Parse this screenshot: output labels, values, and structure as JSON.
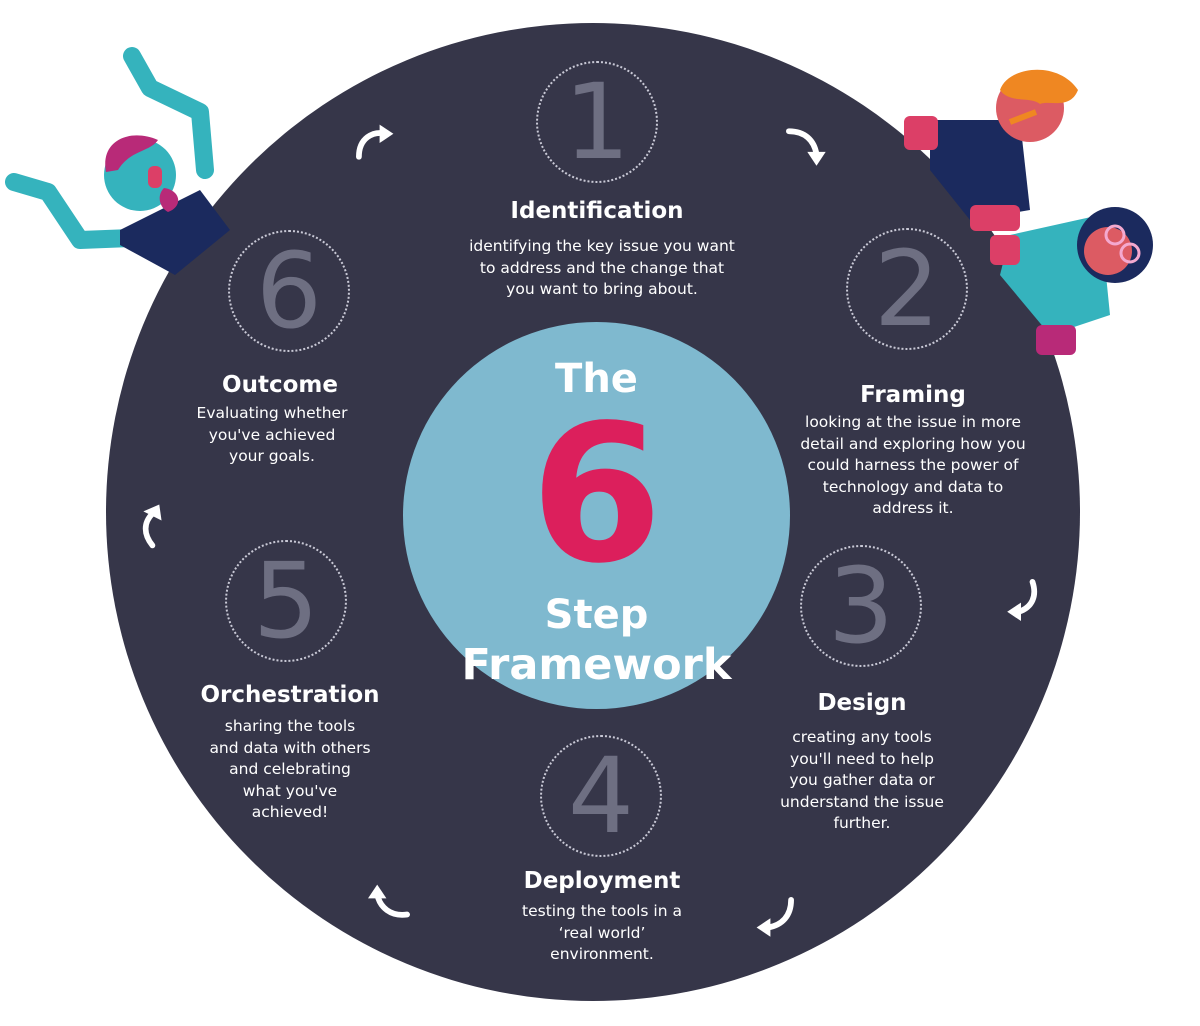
{
  "center": {
    "line1": "The",
    "big_number": "6",
    "line2": "Step",
    "line3": "Framework"
  },
  "colors": {
    "background_circle": "#363649",
    "center_circle": "#7fb9cf",
    "accent": "#dc1f5c",
    "text": "#ffffff",
    "number_ring": "#c9c9d6"
  },
  "steps": [
    {
      "number": "1",
      "title": "Identification",
      "desc": [
        "identifying the key issue you want",
        "to address and the change that",
        "you want to bring about."
      ]
    },
    {
      "number": "2",
      "title": "Framing",
      "desc": [
        "looking at the issue in more",
        "detail and exploring how you",
        "could harness the power of",
        "technology and data to",
        "address it."
      ]
    },
    {
      "number": "3",
      "title": "Design",
      "desc": [
        "creating any tools",
        "you'll need to help",
        "you gather data or",
        "understand the issue",
        "further."
      ]
    },
    {
      "number": "4",
      "title": "Deployment",
      "desc": [
        "testing the tools in a",
        "‘real world’",
        "environment."
      ]
    },
    {
      "number": "5",
      "title": "Orchestration",
      "desc": [
        "sharing the tools",
        "and data with others",
        "and celebrating",
        "what you've",
        "achieved!"
      ]
    },
    {
      "number": "6",
      "title": "Outcome",
      "desc": [
        "Evaluating whether",
        "you've achieved",
        "your goals."
      ]
    }
  ],
  "icons": [
    "curved-arrow-icon",
    "person-illustration"
  ]
}
